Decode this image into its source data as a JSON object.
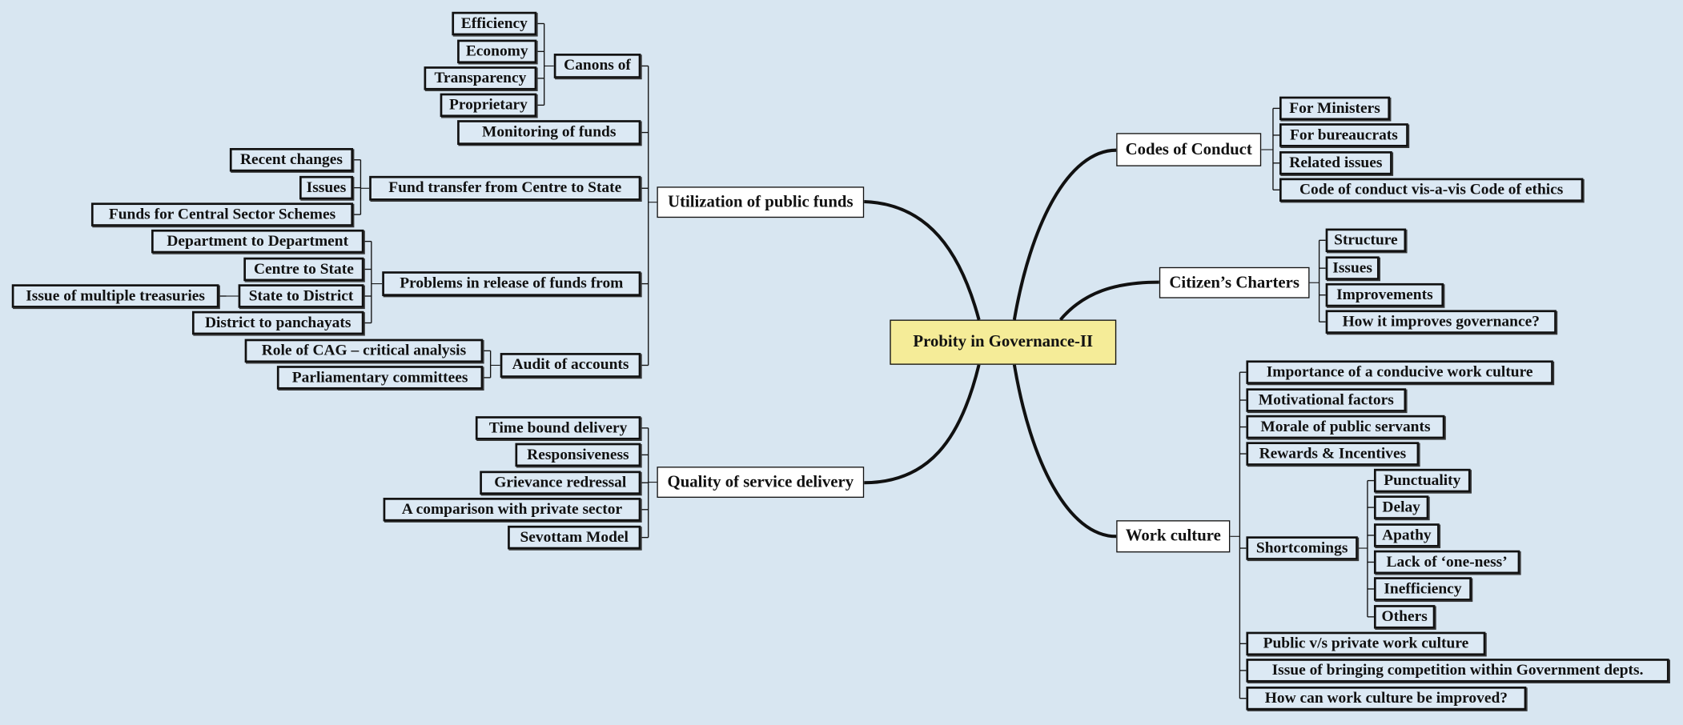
{
  "center": {
    "id": "center",
    "label": "Probity in Governance-II"
  },
  "colors": {
    "background": "#d8e6f1",
    "leaf_fill": "#dce9f4",
    "center_fill": "#f5ec98",
    "main_fill": "#ffffff",
    "lines": "#111111"
  },
  "left": [
    {
      "id": "util",
      "label": "Utilization of public funds",
      "children": [
        {
          "id": "canons",
          "label": "Canons of",
          "children": [
            {
              "id": "eff",
              "label": "Efficiency"
            },
            {
              "id": "eco",
              "label": "Economy"
            },
            {
              "id": "tra",
              "label": "Transparency"
            },
            {
              "id": "pro",
              "label": "Proprietary"
            }
          ]
        },
        {
          "id": "mon",
          "label": "Monitoring of funds"
        },
        {
          "id": "fund",
          "label": "Fund transfer from Centre to State",
          "children": [
            {
              "id": "rec",
              "label": "Recent changes"
            },
            {
              "id": "iss1",
              "label": "Issues"
            },
            {
              "id": "fcs",
              "label": "Funds for Central Sector Schemes"
            }
          ]
        },
        {
          "id": "prob",
          "label": "Problems in release of funds from",
          "children": [
            {
              "id": "d2d",
              "label": "Department to Department"
            },
            {
              "id": "c2s",
              "label": "Centre to State"
            },
            {
              "id": "s2d",
              "label": "State to District",
              "children": [
                {
                  "id": "imt",
                  "label": "Issue of multiple treasuries"
                }
              ]
            },
            {
              "id": "d2p",
              "label": "District to panchayats"
            }
          ]
        },
        {
          "id": "audit",
          "label": "Audit of accounts",
          "children": [
            {
              "id": "cag",
              "label": "Role of CAG – critical analysis"
            },
            {
              "id": "parl",
              "label": "Parliamentary committees"
            }
          ]
        }
      ]
    },
    {
      "id": "qual",
      "label": "Quality of service delivery",
      "children": [
        {
          "id": "tbd",
          "label": "Time bound delivery"
        },
        {
          "id": "resp",
          "label": "Responsiveness"
        },
        {
          "id": "griev",
          "label": "Grievance redressal"
        },
        {
          "id": "comp",
          "label": "A comparison with private sector"
        },
        {
          "id": "sev",
          "label": "Sevottam Model"
        }
      ]
    }
  ],
  "right": [
    {
      "id": "codes",
      "label": "Codes of Conduct",
      "children": [
        {
          "id": "fmin",
          "label": "For Ministers"
        },
        {
          "id": "fbur",
          "label": "For bureaucrats"
        },
        {
          "id": "rel",
          "label": "Related issues"
        },
        {
          "id": "cvc",
          "label": "Code of conduct vis-a-vis Code of ethics"
        }
      ]
    },
    {
      "id": "cit",
      "label": "Citizen’s Charters",
      "children": [
        {
          "id": "str",
          "label": "Structure"
        },
        {
          "id": "iss2",
          "label": "Issues"
        },
        {
          "id": "imp",
          "label": "Improvements"
        },
        {
          "id": "how",
          "label": "How it improves governance?"
        }
      ]
    },
    {
      "id": "work",
      "label": "Work culture",
      "children": [
        {
          "id": "impc",
          "label": "Importance of a conducive work culture"
        },
        {
          "id": "mot",
          "label": "Motivational factors"
        },
        {
          "id": "mor",
          "label": "Morale of public servants"
        },
        {
          "id": "rew",
          "label": "Rewards & Incentives"
        },
        {
          "id": "sho",
          "label": "Shortcomings",
          "children": [
            {
              "id": "pun",
              "label": "Punctuality"
            },
            {
              "id": "del",
              "label": "Delay"
            },
            {
              "id": "apa",
              "label": "Apathy"
            },
            {
              "id": "lac",
              "label": "Lack of ‘one-ness’"
            },
            {
              "id": "ineff",
              "label": "Inefficiency"
            },
            {
              "id": "oth",
              "label": "Others"
            }
          ]
        },
        {
          "id": "pvp",
          "label": "Public v/s private work culture"
        },
        {
          "id": "ibc",
          "label": "Issue of bringing competition within Government depts."
        },
        {
          "id": "hcw",
          "label": "How can work culture be improved?"
        }
      ]
    }
  ]
}
